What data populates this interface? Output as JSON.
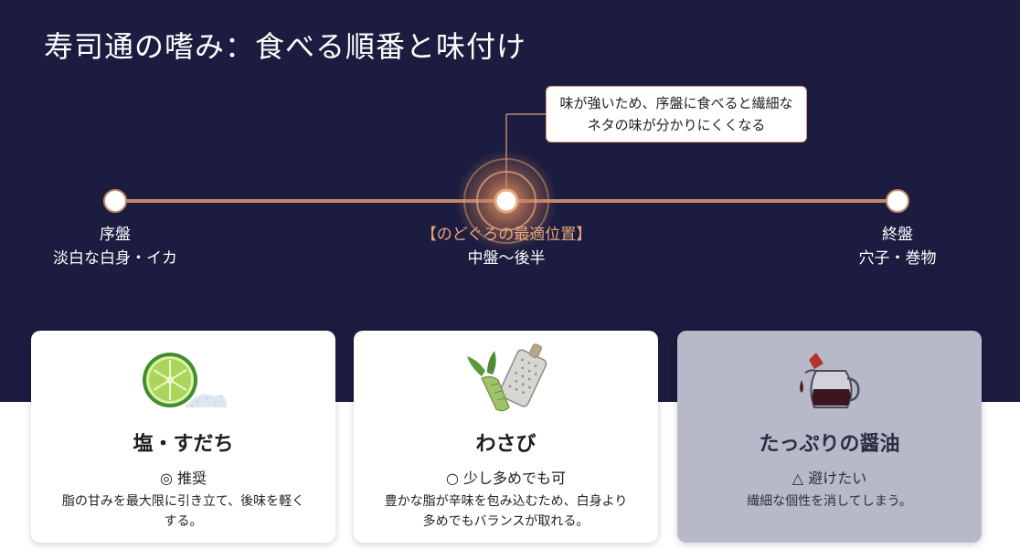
{
  "title": "寿司通の嗜み：食べる順番と味付け",
  "timeline": {
    "callout": "味が強いため、序盤に食べると繊細なネタの味が分かりにくくなる",
    "stages": [
      {
        "title": "序盤",
        "subtitle": "淡白な白身・イカ"
      },
      {
        "highlight": "【のどぐろの最適位置】",
        "subtitle": "中盤〜後半"
      },
      {
        "title": "終盤",
        "subtitle": "穴子・巻物"
      }
    ]
  },
  "cards": [
    {
      "icon": "sudachi-salt-icon",
      "title": "塩・すだち",
      "rating": "◎ 推奨",
      "description": "脂の甘みを最大限に引き立て、後味を軽くする。"
    },
    {
      "icon": "wasabi-grater-icon",
      "title": "わさび",
      "rating": "○ 少し多めでも可",
      "description": "豊かな脂が辛味を包み込むため、白身より多めでもバランスが取れる。"
    },
    {
      "icon": "soy-sauce-icon",
      "title": "たっぷりの醤油",
      "rating": "△ 避けたい",
      "description": "繊細な個性を消してしまう。"
    }
  ],
  "colors": {
    "background_top": "#1b1c3f",
    "accent": "#e7a77d",
    "line": "#c08a6e"
  }
}
